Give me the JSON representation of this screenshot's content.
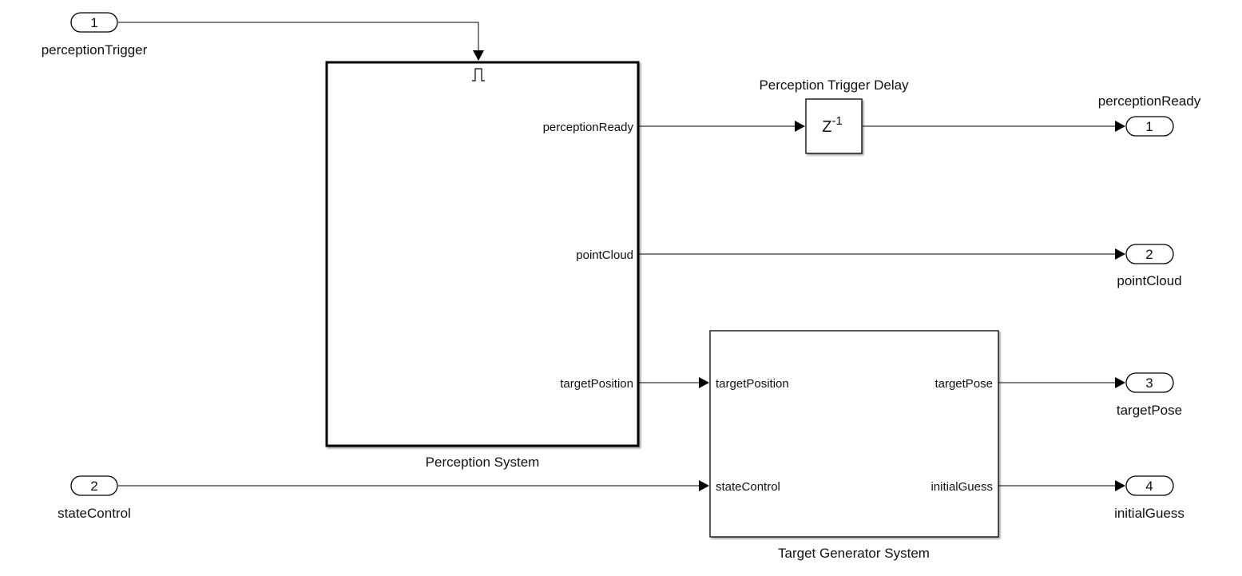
{
  "inports": [
    {
      "number": "1",
      "name": "perceptionTrigger"
    },
    {
      "number": "2",
      "name": "stateControl"
    }
  ],
  "outports": [
    {
      "number": "1",
      "name": "perceptionReady"
    },
    {
      "number": "2",
      "name": "pointCloud"
    },
    {
      "number": "3",
      "name": "targetPose"
    },
    {
      "number": "4",
      "name": "initialGuess"
    }
  ],
  "perception_system": {
    "name": "Perception System",
    "trigger_icon": "rising-pulse-trigger-icon",
    "outputs": [
      "perceptionReady",
      "pointCloud",
      "targetPosition"
    ]
  },
  "delay_block": {
    "name": "Perception Trigger Delay",
    "symbol_base": "Z",
    "symbol_exponent": "-1"
  },
  "target_generator": {
    "name": "Target Generator System",
    "inputs": [
      "targetPosition",
      "stateControl"
    ],
    "outputs": [
      "targetPose",
      "initialGuess"
    ]
  }
}
